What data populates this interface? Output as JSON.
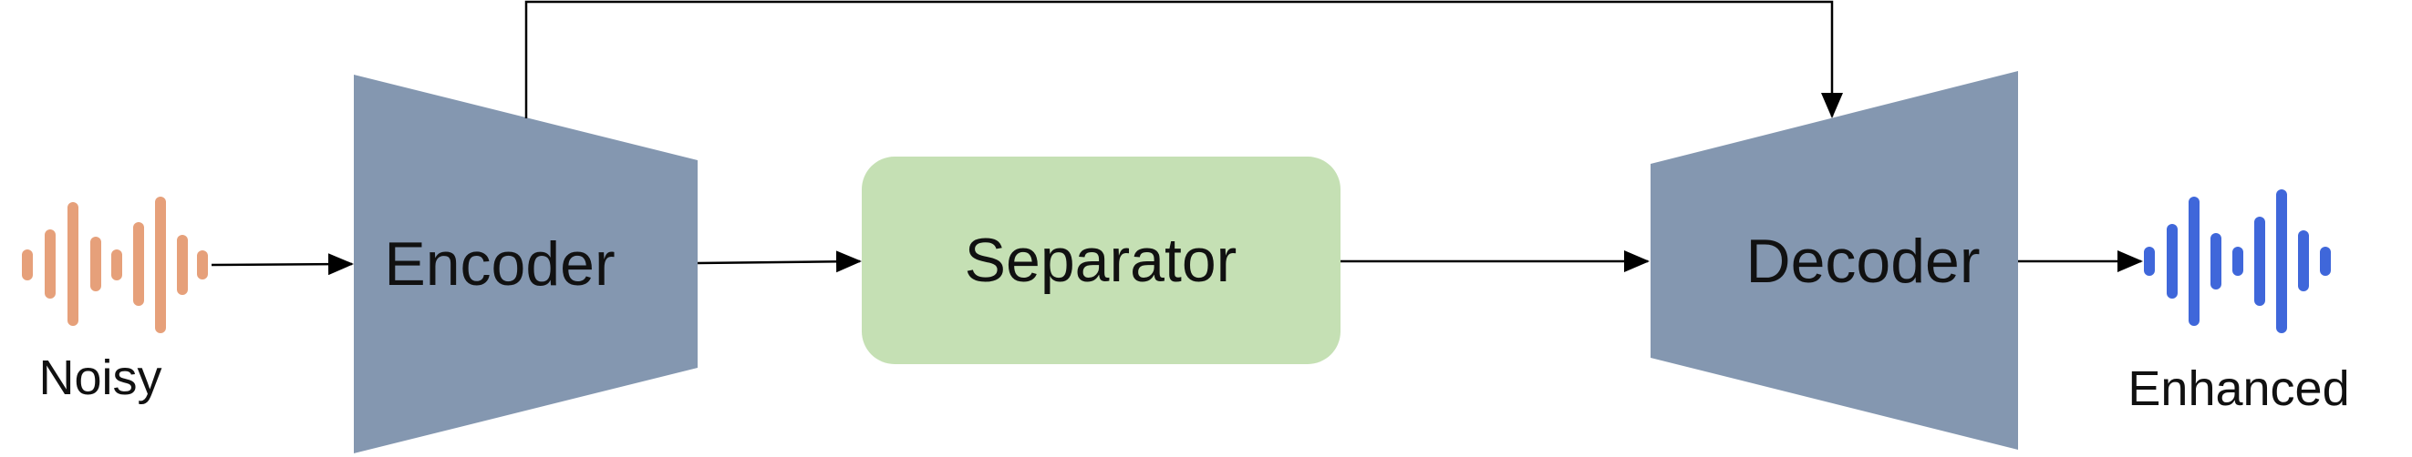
{
  "nodes": {
    "encoder": {
      "label": "Encoder"
    },
    "separator": {
      "label": "Separator"
    },
    "decoder": {
      "label": "Decoder"
    }
  },
  "signals": {
    "input": {
      "label": "Noisy",
      "icon": "waveform-icon"
    },
    "output": {
      "label": "Enhanced",
      "icon": "waveform-icon"
    }
  },
  "colors": {
    "block": "#8497B0",
    "separator_fill": "#C5E0B4",
    "noisy_wave": "#E6A07A",
    "enhanced_wave": "#3F67DA",
    "arrow": "#000000"
  }
}
